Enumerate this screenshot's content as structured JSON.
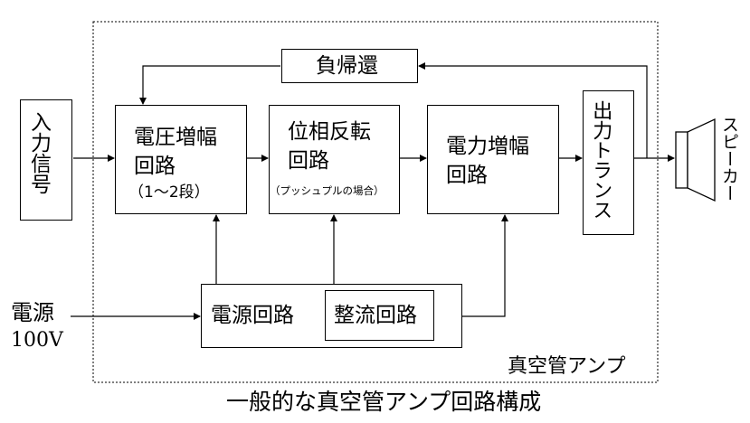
{
  "diagram": {
    "caption": "一般的な真空管アンプ回路構成",
    "enclosure_label": "真空管アンプ",
    "input_signal": "入力信号",
    "voltage_amp": {
      "line1": "電圧増幅",
      "line2": "回路",
      "note": "（1～2段）"
    },
    "phase_inverter": {
      "line1": "位相反転",
      "line2": "回路",
      "note": "（プッシュプルの場合）"
    },
    "power_amp": {
      "line1": "電力増幅",
      "line2": "回路"
    },
    "output_transformer": "出力トランス",
    "negative_feedback": "負帰還",
    "power_circuit": "電源回路",
    "rectifier": "整流回路",
    "mains": {
      "line1": "電源",
      "line2": "100V"
    },
    "speaker": "スピーカー"
  }
}
